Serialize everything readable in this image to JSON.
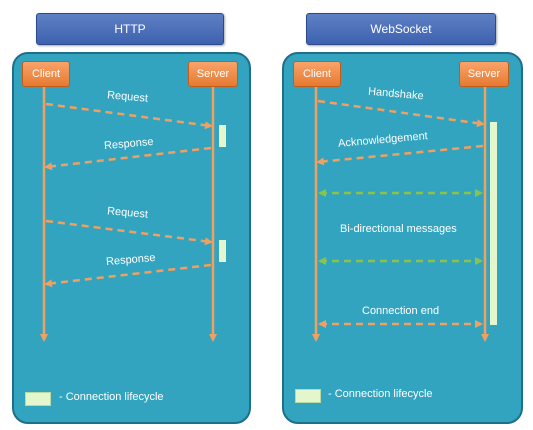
{
  "titles": {
    "left": "HTTP",
    "right": "WebSocket"
  },
  "http": {
    "client": "Client",
    "server": "Server",
    "messages": [
      "Request",
      "Response",
      "Request",
      "Response"
    ],
    "legend": "- Connection lifecycle"
  },
  "websocket": {
    "client": "Client",
    "server": "Server",
    "handshake": "Handshake",
    "ack": "Acknowledgement",
    "bidi": "Bi-directional messages",
    "end": "Connection end",
    "legend": "- Connection lifecycle"
  },
  "colors": {
    "panel": "#33a4bf",
    "actor": "#f08a45",
    "arrow": "#f0a060",
    "bidi_arrow": "#8bc34a",
    "lifecycle": "#e4f7cc"
  }
}
